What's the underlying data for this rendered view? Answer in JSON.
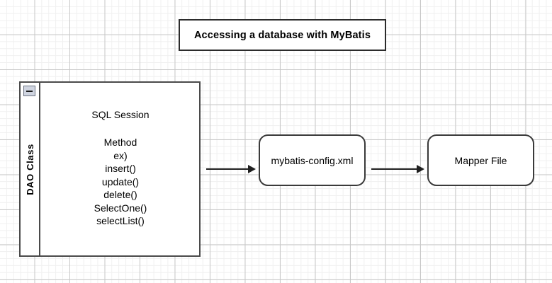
{
  "diagram": {
    "title": "Accessing a database with MyBatis",
    "dao": {
      "side_label": "DAO Class",
      "collapse_icon": "minus-icon",
      "section_title": "SQL Session",
      "methods": [
        "Method",
        "ex)",
        "insert()",
        "update()",
        "delete()",
        "SelectOne()",
        "selectList()"
      ]
    },
    "nodes": [
      {
        "id": "config",
        "label": "mybatis-config.xml"
      },
      {
        "id": "mapper",
        "label": "Mapper File"
      }
    ],
    "arrows": [
      {
        "from": "DAO Class",
        "to": "mybatis-config.xml",
        "icon": "arrow-right-icon"
      },
      {
        "from": "mybatis-config.xml",
        "to": "Mapper File",
        "icon": "arrow-right-icon"
      }
    ],
    "colors": {
      "canvas": "#ffffff",
      "grid_minor": "#f0f0f0",
      "grid_major": "#c8c8c8",
      "stroke": "#3a3a3a",
      "title_stroke": "#2b2b2b",
      "text": "#000000",
      "collapse_fill": "#cfd4e0"
    }
  }
}
